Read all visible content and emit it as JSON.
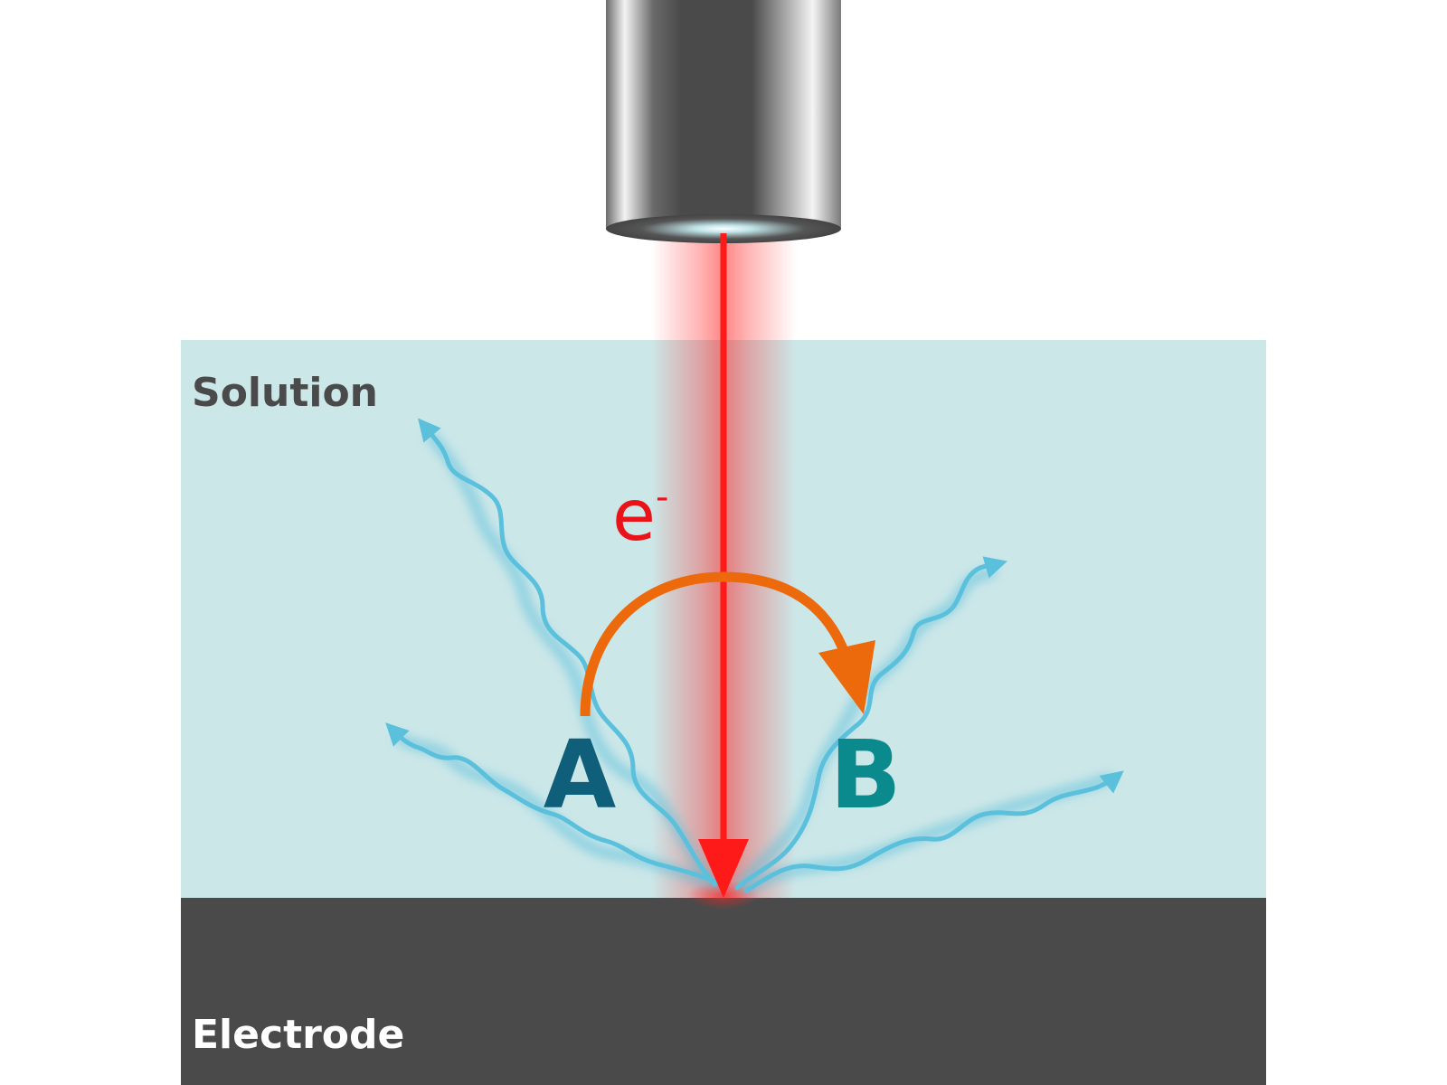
{
  "labels": {
    "solution": "Solution",
    "electrode": "Electrode",
    "electron_base": "e",
    "electron_charge": "-",
    "species_a": "A",
    "species_b": "B"
  },
  "colors": {
    "background": "#ffffff",
    "solution": "#cce7e8",
    "electrode": "#4a4a4a",
    "label_dark": "#4a4a4a",
    "label_light": "#ffffff",
    "laser": "#ff1a1a",
    "electron_label": "#e8141a",
    "transfer_arrow": "#ec6a0c",
    "species_a": "#0f5f7a",
    "species_b": "#0a8a8c",
    "emission": "#5bc0dc",
    "objective_dark": "#4a4a4a",
    "objective_light": "#ffffff"
  },
  "icons": {
    "objective": "microscope-objective-icon",
    "laser_beam": "laser-beam-arrow-icon",
    "electron_transfer": "curved-arrow-icon",
    "emission": "wavy-arrow-icon"
  }
}
